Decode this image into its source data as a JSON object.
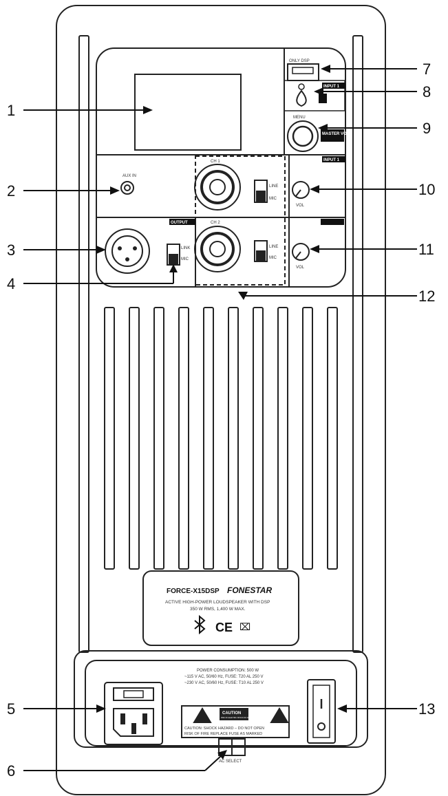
{
  "callouts": [
    "1",
    "2",
    "3",
    "4",
    "5",
    "6",
    "7",
    "8",
    "9",
    "10",
    "11",
    "12",
    "13"
  ],
  "panel": {
    "only_dsp": "ONLY DSP",
    "input1_top": "INPUT 1",
    "menu": "MENU",
    "master_vol": "MASTER VOL",
    "input1_mid": "INPUT 1",
    "aux_in": "AUX IN",
    "ch1": "CH 1",
    "ch2": "CH 2",
    "output": "OUTPUT",
    "line": "LINE",
    "mic": "MIC",
    "link": "LINK",
    "vol": "VOL"
  },
  "label_plate": {
    "model": "FORCE-X15DSP",
    "brand": "FONESTAR",
    "line1": "ACTIVE HIGH-POWER LOUDSPEAKER WITH DSP",
    "line2": "350 W RMS, 1,400 W MAX."
  },
  "power": {
    "line1": "POWER CONSUMPTION: 500 W",
    "line2": "~115 V AC, 50/60 Hz, FUSE: T20 AL 250 V",
    "line3": "~230 V AC, 50/60 Hz, FUSE: T10 AL 250 V",
    "caution": "CAUTION",
    "caution_sub": "RISK OF ELECTRIC SHOCK DO NOT OPEN",
    "warn1": "CAUTION: SHOCK HAZARD – DO NOT OPEN",
    "warn2": "RISK OF FIRE REPLACE FUSE AS MARKED",
    "ac_select": "AC SELECT"
  }
}
